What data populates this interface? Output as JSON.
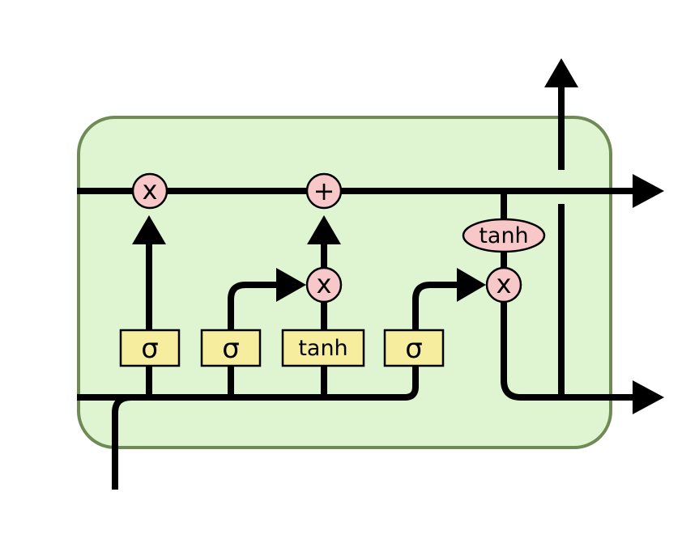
{
  "cell": {
    "forget_gate": {
      "label": "σ"
    },
    "input_gate": {
      "label": "σ"
    },
    "candidate_layer": {
      "label": "tanh"
    },
    "output_gate": {
      "label": "σ"
    },
    "forget_multiply": {
      "label": "x"
    },
    "input_multiply": {
      "label": "x"
    },
    "cell_add": {
      "label": "+"
    },
    "output_tanh": {
      "label": "tanh"
    },
    "output_multiply": {
      "label": "x"
    }
  },
  "colors": {
    "cell_fill": "#dff5d2",
    "cell_stroke": "#6f8b55",
    "gate_fill": "#f6ee9e",
    "op_fill": "#f8c8c8",
    "wire": "#000000"
  }
}
